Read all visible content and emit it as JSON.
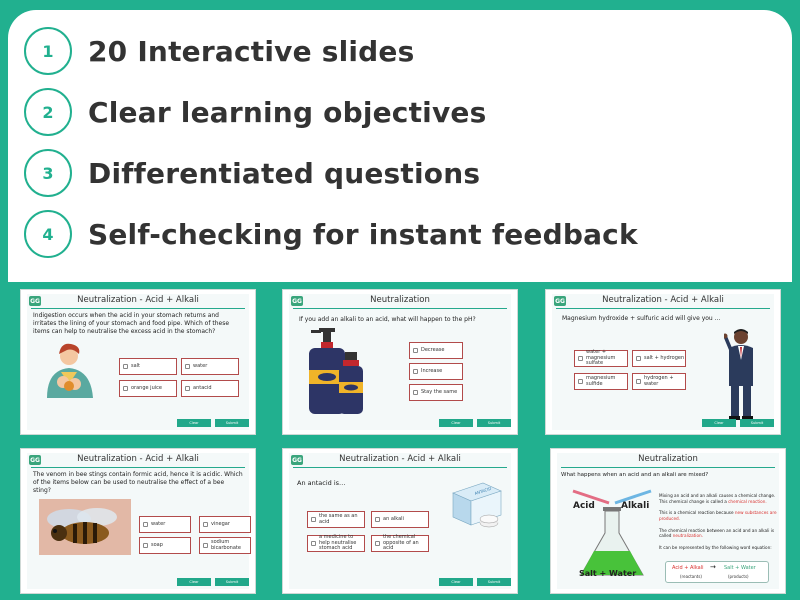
{
  "features": [
    {
      "num": "1",
      "text": "20 Interactive slides"
    },
    {
      "num": "2",
      "text": "Clear learning objectives"
    },
    {
      "num": "3",
      "text": "Differentiated questions"
    },
    {
      "num": "4",
      "text": "Self-checking for instant feedback"
    }
  ],
  "logo": "GG",
  "buttons": {
    "clear": "Clear",
    "submit": "Submit"
  },
  "slides": [
    {
      "title": "Neutralization - Acid + Alkali",
      "question": "Indigestion occurs when the acid in your stomach returns and irritates the lining of your stomach and food pipe. Which of these items can help to neutralise the excess acid in the stomach?",
      "options": [
        "salt",
        "water",
        "orange juice",
        "antacid"
      ]
    },
    {
      "title": "Neutralization",
      "question": "If you add an alkali to an acid, what will happen to the pH?",
      "options": [
        "Decrease",
        "Increase",
        "Stay the same"
      ]
    },
    {
      "title": "Neutralization - Acid + Alkali",
      "question": "Magnesium hydroxide + sulfuric acid will give you …",
      "options": [
        "water + magnesium sulfate",
        "salt + hydrogen",
        "magnesium sulfide",
        "hydrogen + water"
      ]
    },
    {
      "title": "Neutralization - Acid + Alkali",
      "question": "The venom in bee stings contain formic acid, hence it is acidic. Which of the items below can be used to neutralise the effect of a bee sting?",
      "options": [
        "water",
        "vinegar",
        "soap",
        "sodium bicarbonate"
      ]
    },
    {
      "title": "Neutralization - Acid + Alkali",
      "question": "An antacid is…",
      "options": [
        "the same as an acid",
        "an alkali",
        "a medicine to help neutralise stomach acid",
        "the chemical opposite of an acid"
      ],
      "box_label": "ANTACID"
    },
    {
      "title": "Neutralization",
      "question": "What happens when an acid and an alkali are mixed?",
      "acid_label": "Acid",
      "alkali_label": "Alkali",
      "result_label": "Salt + Water",
      "p1_a": "Mixing an acid and an alkali causes a chemical change. This chemical change is called a ",
      "p1_b": "chemical reaction.",
      "p2_a": "This is a chemical reaction because ",
      "p2_b": "new substances are produced.",
      "p3_a": "The chemical reaction between an acid and an alkali is called ",
      "p3_b": "neutralization.",
      "p4": "It can be represented by the following word equation:",
      "eq_left": "Acid + Alkali",
      "eq_right": "Salt + Water",
      "eq_reactants": "(reactants)",
      "eq_products": "(products)"
    }
  ]
}
